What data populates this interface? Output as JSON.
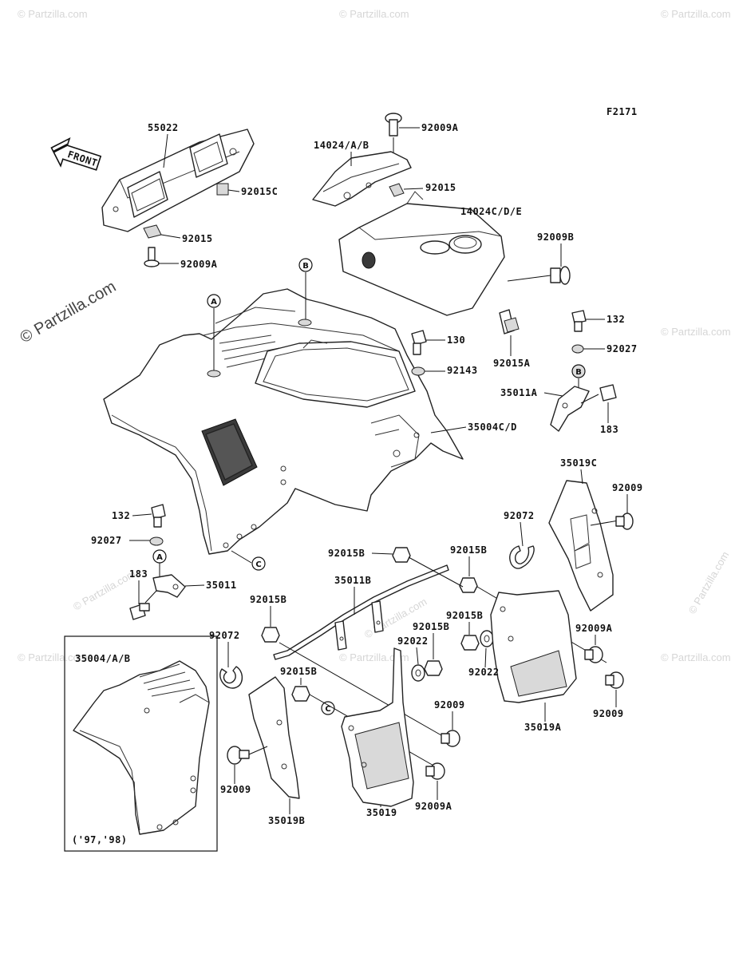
{
  "figure_code": "F2171",
  "watermark": "© Partzilla.com",
  "front_label": "FRONT",
  "inset_note": "('97,'98)",
  "callouts": {
    "a": "A",
    "b": "B",
    "c": "C"
  },
  "parts": {
    "p55022": "55022",
    "p92015c": "92015C",
    "p92015_left": "92015",
    "p92009a_left": "92009A",
    "p92009a_top": "92009A",
    "p14024": "14024/A/B",
    "p92015_top": "92015",
    "p14024c": "14024C/D/E",
    "p92009b": "92009B",
    "p130": "130",
    "p92143": "92143",
    "p92015a": "92015A",
    "p132_right": "132",
    "p92027_right": "92027",
    "p35011a": "35011A",
    "p183_right": "183",
    "p35004c": "35004C/D",
    "p35019c": "35019C",
    "p92009_r1": "92009",
    "p92072_right": "92072",
    "p132_left": "132",
    "p92027_left": "92027",
    "p183_left": "183",
    "p35011": "35011",
    "p92015b_1": "92015B",
    "p92015b_2": "92015B",
    "p35011b": "35011B",
    "p92015b_3": "92015B",
    "p92015b_4": "92015B",
    "p92015b_5": "92015B",
    "p92022_1": "92022",
    "p92022_2": "92022",
    "p92009a_r": "92009A",
    "p92009_r2": "92009",
    "p35019a": "35019A",
    "p92072_left": "92072",
    "p35004": "35004/A/B",
    "p92015b_6": "92015B",
    "p92009_c": "92009",
    "p92009_l": "92009",
    "p35019b": "35019B",
    "p35019": "35019",
    "p92009a_b": "92009A"
  }
}
